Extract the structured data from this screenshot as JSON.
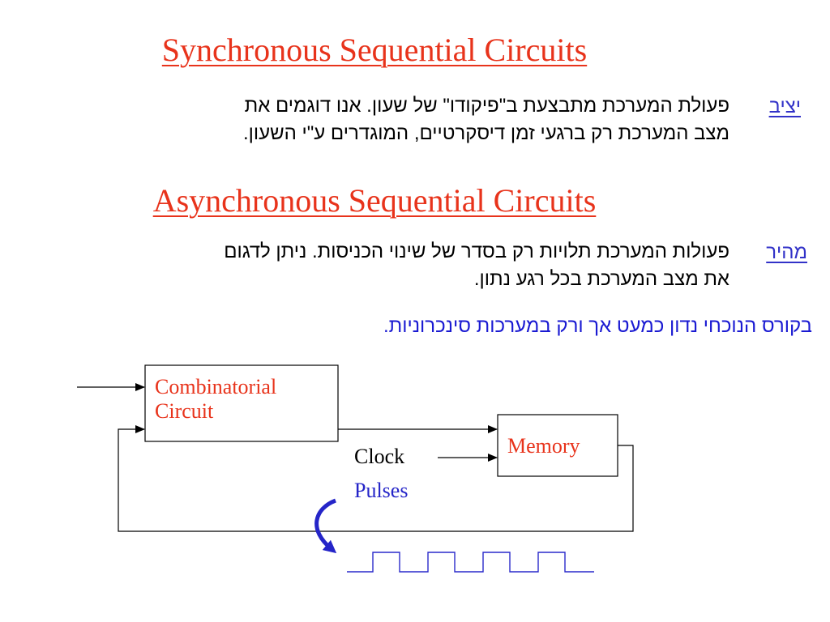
{
  "sync": {
    "title": "Synchronous Sequential Circuits",
    "link": "יציב",
    "lines": [
      "פעולת המערכת מתבצעת ב\"פיקודו\" של שעון. אנו דוגמים את",
      "מצב המערכת רק ברגעי זמן דיסקרטיים, המוגדרים ע\"י השעון."
    ]
  },
  "async": {
    "title": "Asynchronous Sequential Circuits",
    "link": "מהיר",
    "lines": [
      "פעולות המערכת תלויות רק בסדר של שינוי הכניסות. ניתן לדגום",
      "את מצב המערכת בכל רגע נתון."
    ]
  },
  "note": "בקורס הנוכחי נדון כמעט אך ורק במערכות סינכרוניות.",
  "diagram": {
    "combinational_lines": [
      "Combinatorial",
      "Circuit"
    ],
    "memory": "Memory",
    "clock": "Clock",
    "pulses": "Pulses",
    "colors": {
      "title": "#e8331b",
      "label": "#e8331b",
      "link": "#3232c8",
      "note": "#1a1ad2",
      "pulse_arrow": "#2525c8",
      "pulse_wave": "#2a2acb"
    }
  }
}
